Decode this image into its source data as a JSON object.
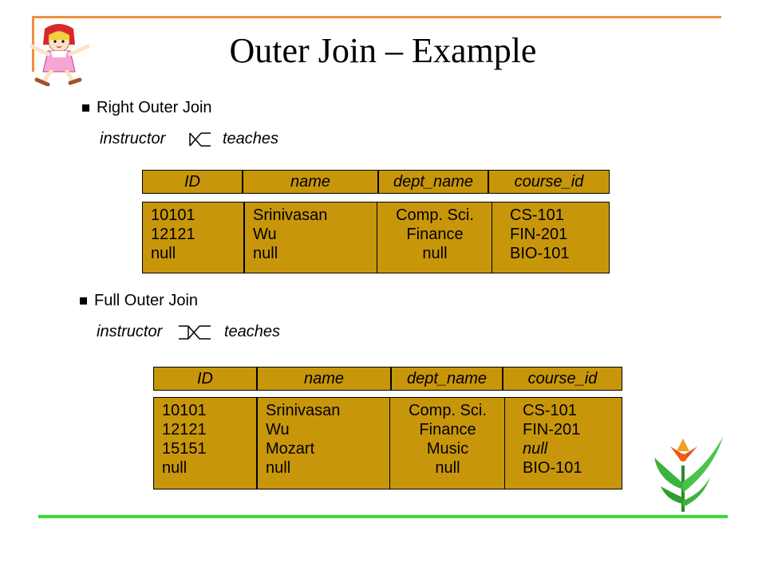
{
  "title": "Outer Join – Example",
  "right": {
    "heading": "Right Outer Join",
    "expr_left": "instructor",
    "expr_right": "teaches",
    "headers": [
      "ID",
      "name",
      "dept_name",
      "course_id"
    ],
    "columns": {
      "id": [
        "10101",
        "12121",
        " null"
      ],
      "name": [
        "Srinivasan",
        "Wu",
        "null"
      ],
      "dept_name": [
        "Comp. Sci.",
        "Finance",
        "null"
      ],
      "course_id": [
        "CS-101",
        "FIN-201",
        "BIO-101"
      ]
    }
  },
  "full": {
    "heading": "Full Outer Join",
    "expr_left": "instructor",
    "expr_right": "teaches",
    "headers": [
      "ID",
      "name",
      "dept_name",
      "course_id"
    ],
    "columns": {
      "id": [
        "10101",
        "12121",
        "15151",
        " null"
      ],
      "name": [
        "Srinivasan",
        "Wu",
        "Mozart",
        "null"
      ],
      "dept_name": [
        "Comp. Sci.",
        "Finance",
        "Music",
        "null"
      ],
      "course_id": [
        "CS-101",
        "FIN-201",
        "null",
        "BIO-101"
      ]
    }
  },
  "colors": {
    "cell_fill": "#c8960a",
    "frame_orange": "#f0913a",
    "frame_green": "#33dd33"
  },
  "icons": [
    "cartoon-girl-icon",
    "flower-icon",
    "right-outer-join-symbol",
    "full-outer-join-symbol"
  ]
}
